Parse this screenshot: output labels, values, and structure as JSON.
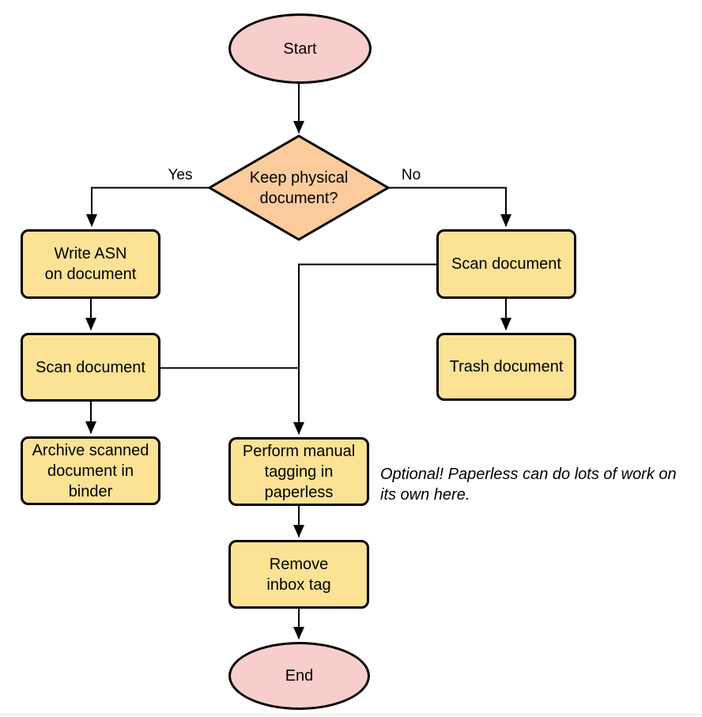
{
  "colors": {
    "background": "#ffffff",
    "terminal_fill": "#f8cecc",
    "decision_fill": "#fccb9b",
    "process_fill": "#fbe294",
    "stroke": "#000000"
  },
  "nodes": {
    "start": {
      "label": "Start",
      "type": "terminal"
    },
    "decision": {
      "label": "Keep physical\ndocument?",
      "type": "decision"
    },
    "write_asn": {
      "label": "Write ASN\non document",
      "type": "process"
    },
    "scan_left": {
      "label": "Scan document",
      "type": "process"
    },
    "archive": {
      "label": "Archive scanned\ndocument in\nbinder",
      "type": "process"
    },
    "scan_right": {
      "label": "Scan document",
      "type": "process"
    },
    "trash": {
      "label": "Trash document",
      "type": "process"
    },
    "tagging": {
      "label": "Perform manual\ntagging in\npaperless",
      "type": "process"
    },
    "remove_inbox": {
      "label": "Remove\ninbox tag",
      "type": "process"
    },
    "end": {
      "label": "End",
      "type": "terminal"
    }
  },
  "edge_labels": {
    "yes": "Yes",
    "no": "No"
  },
  "annotation": {
    "text": "Optional! Paperless can do lots of work on\nits own here."
  }
}
